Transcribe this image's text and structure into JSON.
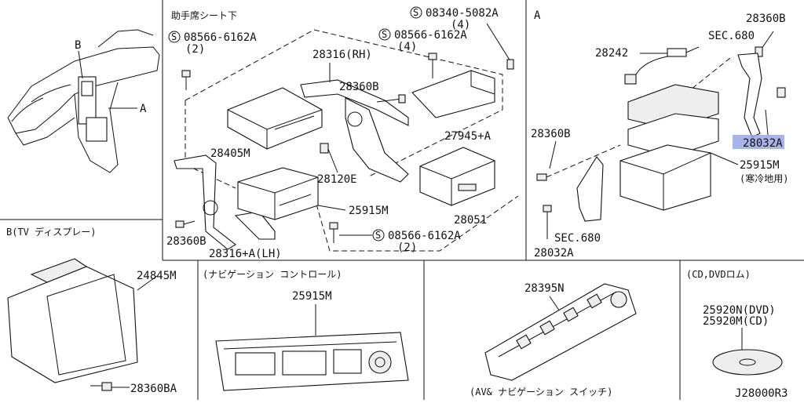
{
  "panels": {
    "location": {
      "label_b": "B",
      "label_a": "A"
    },
    "passenger_seat": {
      "title": "助手席シート下",
      "labels": {
        "bolt_top": "08566-6162A",
        "bolt_top_qty": "(2)",
        "bracket_rh": "28316(RH)",
        "unit_28405m": "28405M",
        "bolt_28360b": "28360B",
        "bolt_28360b_2": "28360B",
        "unit_28120e": "28120E",
        "unit_25915m": "25915M",
        "bracket_lh": "28316+A(LH)",
        "bolt_right_top": "08340-5082A",
        "bolt_right_top_qty": "(4)",
        "bolt_right_2": "08566-6162A",
        "bolt_right_2_qty": "(4)",
        "cover_27945": "27945+A",
        "unit_28051": "28051",
        "bolt_bottom": "08566-6162A",
        "bolt_bottom_qty": "(2)"
      }
    },
    "detail_a": {
      "title": "A",
      "labels": {
        "bolt_top": "28360B",
        "sec_top": "SEC.680",
        "antenna": "28242",
        "bolt_left": "28360B",
        "bracket_hl": "28032A",
        "unit": "25915M",
        "unit_note": "(寒冷地用)",
        "sec_bottom": "SEC.680",
        "bracket_bottom": "28032A"
      }
    },
    "tv_display": {
      "title": "B(TV ディスプレー)",
      "labels": {
        "display": "24845M",
        "bolt": "28360BA"
      }
    },
    "nav_control": {
      "title": "(ナビゲーション コントロール)",
      "labels": {
        "unit": "25915M"
      }
    },
    "av_switch": {
      "caption": "(AV& ナビゲーション スイッチ)",
      "labels": {
        "switch": "28395N"
      }
    },
    "cd_dvd": {
      "title": "(CD,DVDロム)",
      "labels": {
        "dvd": "25920N(DVD)",
        "cd": "25920M(CD)"
      },
      "drawing_code": "J28000R3"
    }
  }
}
